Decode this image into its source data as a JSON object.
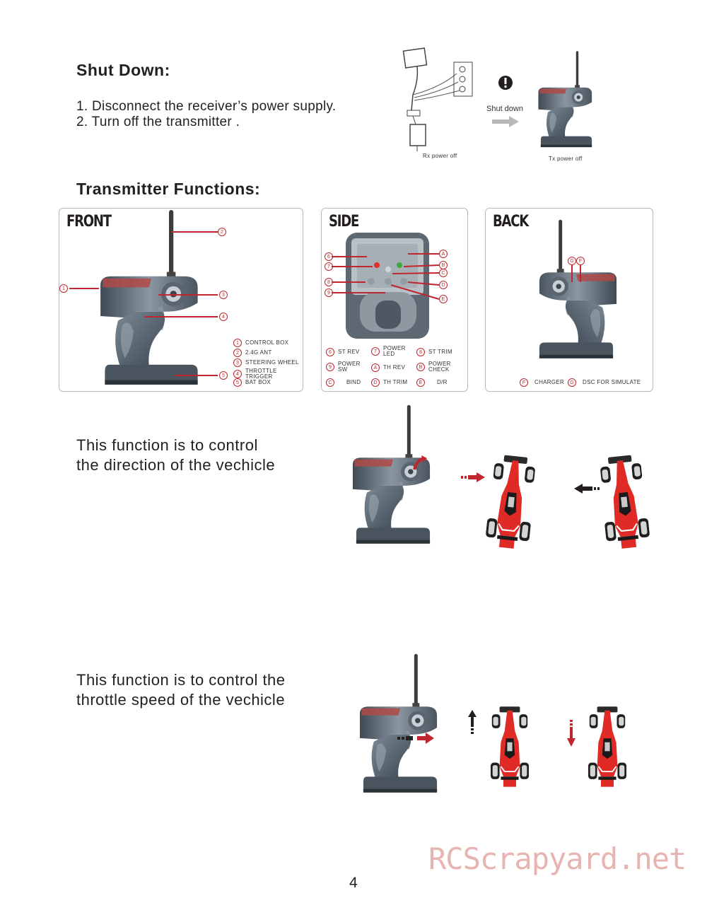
{
  "shutdown": {
    "title": "Shut Down:",
    "steps": [
      "1. Disconnect the receiver’s power supply.",
      "2. Turn off the transmitter ."
    ],
    "arrow_label": "Shut down",
    "rx_caption": "Rx  power  off",
    "tx_caption": "Tx  power  off"
  },
  "functions": {
    "title": "Transmitter Functions:",
    "front": {
      "title": "FRONT",
      "callouts": [
        "1",
        "2",
        "3",
        "4",
        "5"
      ],
      "legend": [
        {
          "num": "1",
          "text": "CONTROL  BOX"
        },
        {
          "num": "2",
          "text": "2.4G  ANT"
        },
        {
          "num": "3",
          "text": "STEERING   WHEEL"
        },
        {
          "num": "4",
          "text": "THROTTLE  TRIGGER"
        },
        {
          "num": "5",
          "text": "BAT  BOX"
        }
      ]
    },
    "side": {
      "title": "SIDE",
      "left_callouts": [
        "6",
        "7",
        "8",
        "9"
      ],
      "right_callouts": [
        "A",
        "B",
        "C",
        "D",
        "E"
      ],
      "legend": [
        {
          "num": "6",
          "text": "ST  REV"
        },
        {
          "num": "7",
          "text": "POWER LED"
        },
        {
          "num": "8",
          "text": "ST  TRIM"
        },
        {
          "num": "9",
          "text": "POWER SW"
        },
        {
          "num": "A",
          "text": "TH  REV"
        },
        {
          "num": "B",
          "text": "POWER CHECK"
        },
        {
          "num": "C",
          "text": "BIND"
        },
        {
          "num": "D",
          "text": "TH  TRIM"
        },
        {
          "num": "E",
          "text": "D/R"
        }
      ]
    },
    "back": {
      "title": "BACK",
      "callouts": [
        "G",
        "F"
      ],
      "legend": [
        {
          "num": "F",
          "text": "CHARGER"
        },
        {
          "num": "G",
          "text": "DSC  FOR SIMULATE"
        }
      ]
    }
  },
  "steering": {
    "text": [
      "This function is to control",
      "the direction of the vechicle"
    ]
  },
  "throttle": {
    "text": [
      "This function is to control the",
      "throttle  speed  of the vechicle"
    ]
  },
  "colors": {
    "accent": "#c0262d",
    "car_red": "#e02a26",
    "grip_gray": "#6c7a86",
    "arrow_gray": "#b8b8b8"
  },
  "watermark": "RCScrapyard.net",
  "page_number": "4"
}
